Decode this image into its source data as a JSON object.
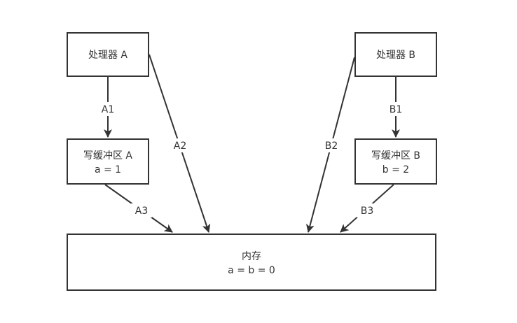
{
  "colors": {
    "stroke": "#333333",
    "fill": "#ffffff",
    "text": "#333333"
  },
  "nodes": {
    "processor_a": {
      "lines": [
        "处理器 A"
      ]
    },
    "processor_b": {
      "lines": [
        "处理器 B"
      ]
    },
    "buffer_a": {
      "lines": [
        "写缓冲区 A",
        "a = 1"
      ]
    },
    "buffer_b": {
      "lines": [
        "写缓冲区 B",
        "b = 2"
      ]
    },
    "memory": {
      "lines": [
        "内存",
        "a = b = 0"
      ]
    }
  },
  "edges": {
    "a1": {
      "label": "A1",
      "from": "processor_a",
      "to": "buffer_a"
    },
    "a2": {
      "label": "A2",
      "from": "processor_a",
      "to": "memory"
    },
    "a3": {
      "label": "A3",
      "from": "buffer_a",
      "to": "memory"
    },
    "b1": {
      "label": "B1",
      "from": "processor_b",
      "to": "buffer_b"
    },
    "b2": {
      "label": "B2",
      "from": "processor_b",
      "to": "memory"
    },
    "b3": {
      "label": "B3",
      "from": "buffer_b",
      "to": "memory"
    }
  }
}
